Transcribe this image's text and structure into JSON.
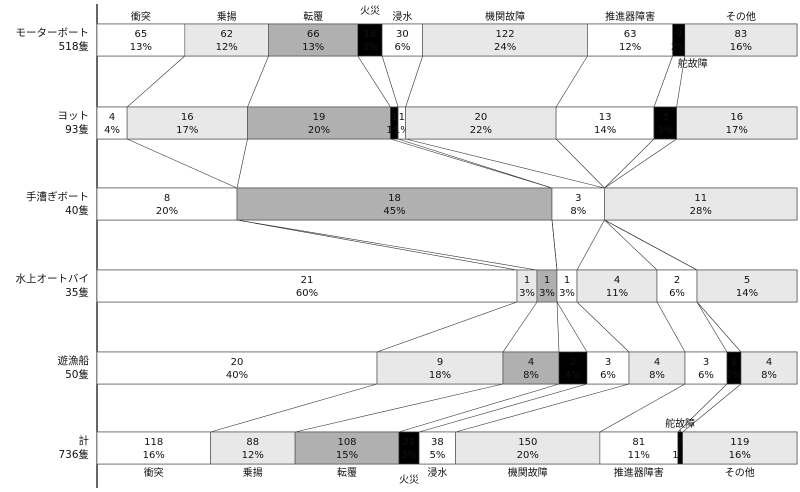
{
  "chart_data": {
    "type": "bar",
    "subtype": "stacked-100-percent-horizontal",
    "colors": {
      "light": "#e8e8e8",
      "mid": "#b0b0b0",
      "white": "#ffffff",
      "black": "#000000"
    },
    "categories": [
      "衝突",
      "乗揚",
      "転覆",
      "火災",
      "浸水",
      "機関故障",
      "推進器障害",
      "舵故障",
      "その他"
    ],
    "rows": [
      {
        "name": "モーターボート",
        "total": "518隻",
        "segments": [
          {
            "category": "衝突",
            "count": 65,
            "percent": "13%"
          },
          {
            "category": "乗揚",
            "count": 62,
            "percent": "12%"
          },
          {
            "category": "転覆",
            "count": 66,
            "percent": "13%"
          },
          {
            "category": "火災",
            "count": 18,
            "percent": "3%"
          },
          {
            "category": "浸水",
            "count": 30,
            "percent": "6%"
          },
          {
            "category": "機関故障",
            "count": 122,
            "percent": "24%"
          },
          {
            "category": "推進器障害",
            "count": 63,
            "percent": "12%"
          },
          {
            "category": "舵故障",
            "count": 9,
            "percent": "2%"
          },
          {
            "category": "その他",
            "count": 83,
            "percent": "16%"
          }
        ]
      },
      {
        "name": "ヨット",
        "total": "93隻",
        "segments": [
          {
            "category": "衝突",
            "count": 4,
            "percent": "4%"
          },
          {
            "category": "乗揚",
            "count": 16,
            "percent": "17%"
          },
          {
            "category": "転覆",
            "count": 19,
            "percent": "20%"
          },
          {
            "category": "火災",
            "count": 1,
            "percent": "1%"
          },
          {
            "category": "浸水",
            "count": 1,
            "percent": "1%"
          },
          {
            "category": "機関故障",
            "count": 20,
            "percent": "22%"
          },
          {
            "category": "推進器障害",
            "count": 13,
            "percent": "14%"
          },
          {
            "category": "舵故障",
            "count": 3,
            "percent": "3%"
          },
          {
            "category": "その他",
            "count": 16,
            "percent": "17%"
          }
        ]
      },
      {
        "name": "手漕ぎボート",
        "total": "40隻",
        "segments": [
          {
            "category": "衝突",
            "count": 8,
            "percent": "20%"
          },
          {
            "category": "乗揚",
            "count": 0,
            "percent": ""
          },
          {
            "category": "転覆",
            "count": 18,
            "percent": "45%"
          },
          {
            "category": "火災",
            "count": 0,
            "percent": ""
          },
          {
            "category": "浸水",
            "count": 3,
            "percent": "8%"
          },
          {
            "category": "機関故障",
            "count": 0,
            "percent": ""
          },
          {
            "category": "推進器障害",
            "count": 0,
            "percent": ""
          },
          {
            "category": "舵故障",
            "count": 0,
            "percent": ""
          },
          {
            "category": "その他",
            "count": 11,
            "percent": "28%"
          }
        ]
      },
      {
        "name": "水上オートバイ",
        "total": "35隻",
        "segments": [
          {
            "category": "衝突",
            "count": 21,
            "percent": "60%"
          },
          {
            "category": "乗揚",
            "count": 1,
            "percent": "3%"
          },
          {
            "category": "転覆",
            "count": 1,
            "percent": "3%"
          },
          {
            "category": "火災",
            "count": 0,
            "percent": ""
          },
          {
            "category": "浸水",
            "count": 1,
            "percent": "3%"
          },
          {
            "category": "機関故障",
            "count": 4,
            "percent": "11%"
          },
          {
            "category": "推進器障害",
            "count": 2,
            "percent": "6%"
          },
          {
            "category": "舵故障",
            "count": 0,
            "percent": ""
          },
          {
            "category": "その他",
            "count": 5,
            "percent": "14%"
          }
        ]
      },
      {
        "name": "遊漁船",
        "total": "50隻",
        "segments": [
          {
            "category": "衝突",
            "count": 20,
            "percent": "40%"
          },
          {
            "category": "乗揚",
            "count": 9,
            "percent": "18%"
          },
          {
            "category": "転覆",
            "count": 4,
            "percent": "8%"
          },
          {
            "category": "火災",
            "count": 2,
            "percent": "4%"
          },
          {
            "category": "浸水",
            "count": 3,
            "percent": "6%"
          },
          {
            "category": "機関故障",
            "count": 4,
            "percent": "8%"
          },
          {
            "category": "推進器障害",
            "count": 3,
            "percent": "6%"
          },
          {
            "category": "舵故障",
            "count": 1,
            "percent": "2%"
          },
          {
            "category": "その他",
            "count": 4,
            "percent": "8%"
          }
        ]
      },
      {
        "name": "計",
        "total": "736隻",
        "segments": [
          {
            "category": "衝突",
            "count": 118,
            "percent": "16%"
          },
          {
            "category": "乗揚",
            "count": 88,
            "percent": "12%"
          },
          {
            "category": "転覆",
            "count": 108,
            "percent": "15%"
          },
          {
            "category": "火災",
            "count": 21,
            "percent": "3%"
          },
          {
            "category": "浸水",
            "count": 38,
            "percent": "5%"
          },
          {
            "category": "機関故障",
            "count": 150,
            "percent": "20%"
          },
          {
            "category": "推進器障害",
            "count": 81,
            "percent": "11%"
          },
          {
            "category": "舵故障",
            "count": 5,
            "percent": "1%"
          },
          {
            "category": "その他",
            "count": 119,
            "percent": "16%"
          }
        ]
      }
    ],
    "top_labels": [
      "衝突",
      "乗揚",
      "転覆",
      "火災",
      "浸水",
      "機関故障",
      "推進器障害",
      "その他"
    ],
    "bottom_labels": [
      "衝突",
      "乗揚",
      "転覆",
      "火災",
      "浸水",
      "機関故障",
      "推進器障害",
      "その他"
    ],
    "extra_labels": [
      "舵故障",
      "舵故障"
    ]
  }
}
